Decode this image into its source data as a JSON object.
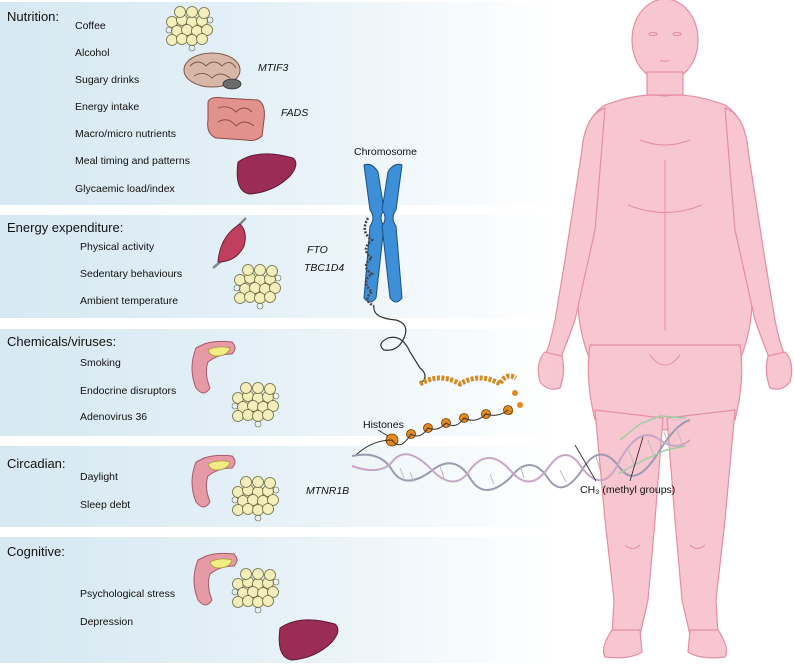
{
  "panels": [
    {
      "title": "Nutrition:",
      "items": [
        "Coffee",
        "Alcohol",
        "Sugary drinks",
        "Energy intake",
        "Macro/micro nutrients",
        "Meal timing and patterns",
        "Glycaemic load/index"
      ]
    },
    {
      "title": "Energy expenditure:",
      "items": [
        "Physical activity",
        "Sedentary behaviours",
        "Ambient temperature"
      ]
    },
    {
      "title": "Chemicals/viruses:",
      "items": [
        "Smoking",
        "Endocrine disruptors",
        "Adenovirus 36"
      ]
    },
    {
      "title": "Circadian:",
      "items": [
        "Daylight",
        "Sleep debt"
      ]
    },
    {
      "title": "Cognitive:",
      "items": [
        "Psychological stress",
        "Depression"
      ]
    }
  ],
  "genes": {
    "mtif3": "MTIF3",
    "fads": "FADS",
    "fto": "FTO",
    "tbc1d4": "TBC1D4",
    "mtnr1b": "MTNR1B"
  },
  "labels": {
    "chromosome": "Chromosome",
    "histones": "Histones",
    "methyl": "CH₃ (methyl groups)"
  },
  "colors": {
    "panel_bg": "#d6e8f2",
    "body_fill": "#f7c6d0",
    "body_stroke": "#e89aab",
    "chromosome": "#3d8fd8",
    "histone": "#e38a1f",
    "liver": "#9b2c55",
    "fat": "#f3efbd",
    "pancreas": "#e59aa6"
  },
  "icons": [
    "adipose-tissue-icon",
    "brain-icon",
    "intestine-icon",
    "liver-icon",
    "muscle-icon",
    "pancreas-icon",
    "chromosome-icon",
    "dna-helix-icon",
    "human-body-icon"
  ]
}
